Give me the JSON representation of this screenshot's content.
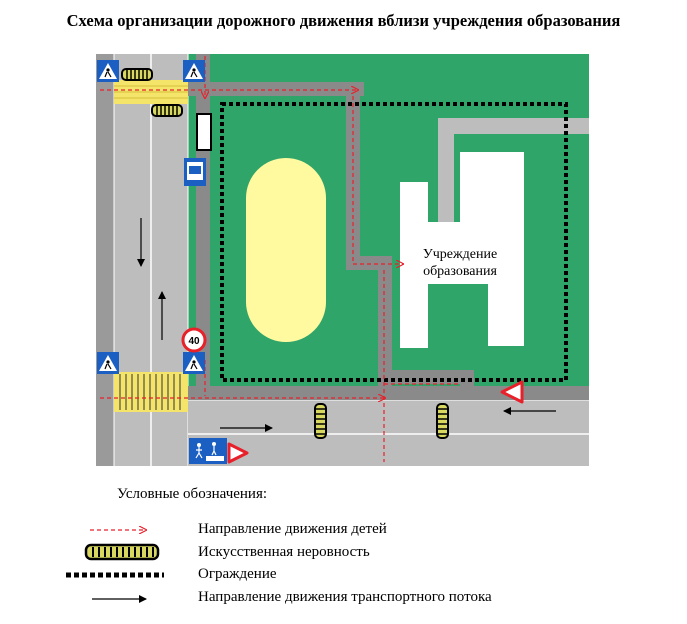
{
  "title": "Схема организации дорожного движения вблизи учреждения образования",
  "map": {
    "building_label_line1": "Учреждение",
    "building_label_line2": "образования",
    "speed_limit": "40"
  },
  "legend": {
    "heading": "Условные обозначения:",
    "items": [
      {
        "label": "Направление движения детей"
      },
      {
        "label": "Искусственная неровность"
      },
      {
        "label": "Ограждение"
      },
      {
        "label": "Направление движения транспортного потока"
      }
    ]
  },
  "colors": {
    "grass": "#2fa56a",
    "road": "#8a8a8a",
    "sidewalk": "#bdbdbd",
    "stadium": "#fffaa0",
    "building": "#ffffff",
    "children_route": "#e8202a",
    "speed_bump": "#d8d860",
    "crosswalk": "#f4e46a",
    "sign_blue": "#1c5fc2"
  }
}
